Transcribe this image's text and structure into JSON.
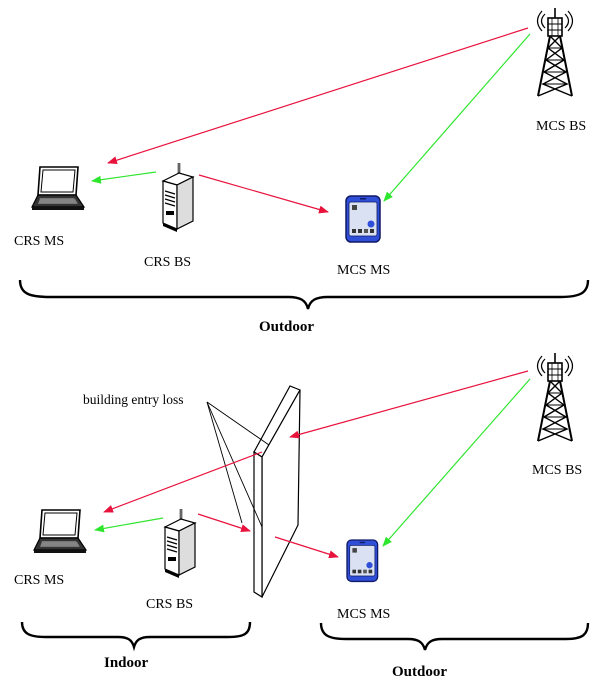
{
  "top": {
    "mcs_bs_label": "MCS BS",
    "crs_ms_label": "CRS MS",
    "crs_bs_label": "CRS BS",
    "mcs_ms_label": "MCS MS",
    "region_label": "Outdoor"
  },
  "bottom": {
    "mcs_bs_label": "MCS BS",
    "crs_ms_label": "CRS MS",
    "crs_bs_label": "CRS BS",
    "mcs_ms_label": "MCS MS",
    "indoor_label": "Indoor",
    "outdoor_label": "Outdoor",
    "wall_annotation": "building entry loss"
  },
  "colors": {
    "interference_arrow": "#e8123c",
    "signal_arrow": "#2ee62e",
    "phone_body": "#2f4fd8",
    "outline": "#000000"
  },
  "icons": [
    "laptop-icon",
    "server-tower-icon",
    "cell-tower-icon",
    "smartphone-icon",
    "wall-icon"
  ]
}
